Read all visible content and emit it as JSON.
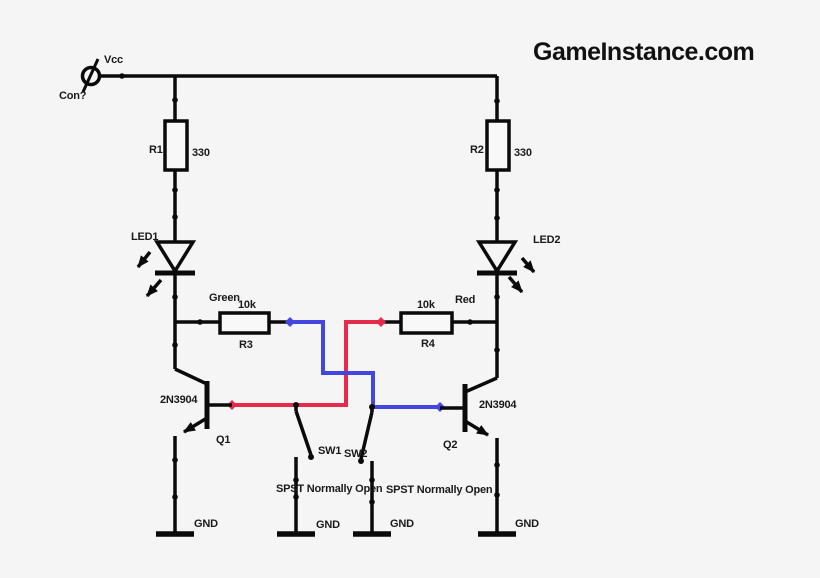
{
  "watermark": "GameInstance.com",
  "colors": {
    "background": "#f5f5f5",
    "ink": "#0a0a0a",
    "label": "#1a1a1a",
    "wire_red": "#e52b4c",
    "wire_blue": "#4446e0"
  },
  "power": {
    "rail_label": "Vcc",
    "connector_label": "Con?"
  },
  "resistors": {
    "r1": {
      "name": "R1",
      "value": "330"
    },
    "r2": {
      "name": "R2",
      "value": "330"
    },
    "r3": {
      "name": "R3",
      "value": "10k",
      "wire_note": "Green"
    },
    "r4": {
      "name": "R4",
      "value": "10k",
      "wire_note": "Red"
    }
  },
  "leds": {
    "led1": {
      "name": "LED1"
    },
    "led2": {
      "name": "LED2"
    }
  },
  "transistors": {
    "q1": {
      "name": "Q1",
      "part": "2N3904"
    },
    "q2": {
      "name": "Q2",
      "part": "2N3904"
    }
  },
  "switches": {
    "sw1": {
      "name": "SW1",
      "type": "SPST Normally Open"
    },
    "sw2": {
      "name": "SW2",
      "type": "SPST Normally Open"
    }
  },
  "ground_label": "GND"
}
